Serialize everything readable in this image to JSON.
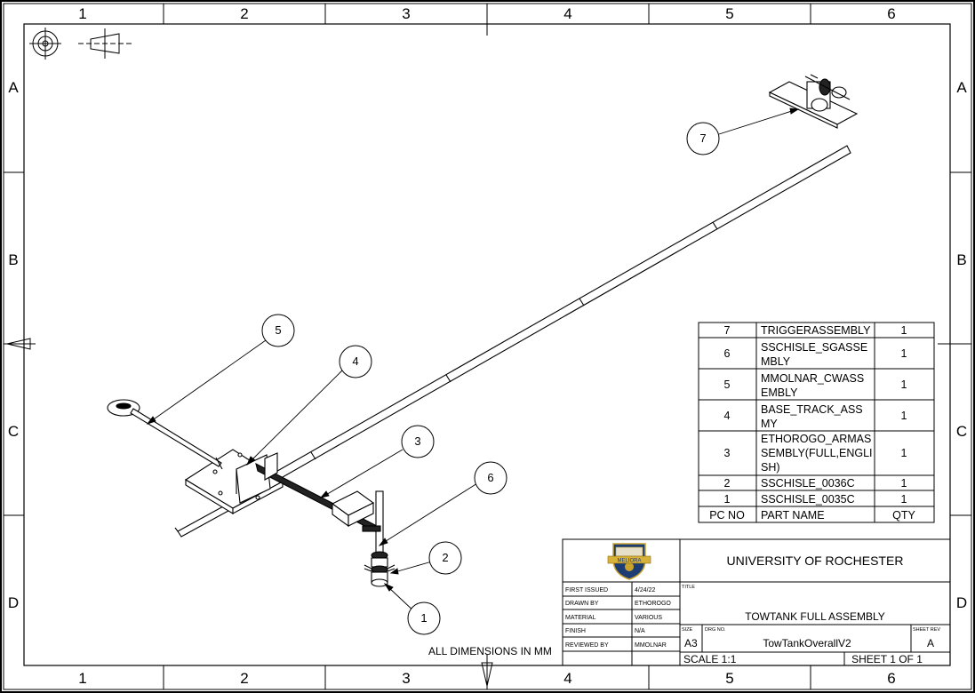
{
  "zones": {
    "columns": [
      "1",
      "2",
      "3",
      "4",
      "5",
      "6"
    ],
    "rows": [
      "A",
      "B",
      "C",
      "D"
    ]
  },
  "balloons": [
    "1",
    "2",
    "3",
    "4",
    "5",
    "6",
    "7"
  ],
  "bom": {
    "rows": [
      {
        "pc": "7",
        "name": [
          "TRIGGERASSEMBLY"
        ],
        "qty": "1"
      },
      {
        "pc": "6",
        "name": [
          "SSCHISLE_SGASSE",
          "MBLY"
        ],
        "qty": "1"
      },
      {
        "pc": "5",
        "name": [
          "MMOLNAR_CWASS",
          "EMBLY"
        ],
        "qty": "1"
      },
      {
        "pc": "4",
        "name": [
          "BASE_TRACK_ASS",
          "MY"
        ],
        "qty": "1"
      },
      {
        "pc": "3",
        "name": [
          "ETHOROGO_ARMAS",
          "SEMBLY(FULL,ENGLI",
          "SH)"
        ],
        "qty": "1"
      },
      {
        "pc": "2",
        "name": [
          "SSCHISLE_0036C"
        ],
        "qty": "1"
      },
      {
        "pc": "1",
        "name": [
          "SSCHISLE_0035C"
        ],
        "qty": "1"
      }
    ],
    "header": {
      "pc": "PC NO",
      "name": "PART NAME",
      "qty": "QTY"
    }
  },
  "title_block": {
    "university": "UNIVERSITY OF ROCHESTER",
    "logo_text": "MELIORA",
    "fields": [
      {
        "label": "FIRST ISSUED",
        "value": "4/24/22"
      },
      {
        "label": "DRAWN BY",
        "value": "ETHOROGO"
      },
      {
        "label": "MATERIAL",
        "value": "VARIOUS"
      },
      {
        "label": "FINISH",
        "value": "N/A"
      },
      {
        "label": "REVIEWED BY",
        "value": "MMOLNAR"
      }
    ],
    "title_label": "TITLE",
    "title": "TOWTANK FULL ASSEMBLY",
    "size_label": "SIZE",
    "size": "A3",
    "drg_label": "DRG NO.",
    "drg_no": "TowTankOverallV2",
    "rev_label": "SHEET REV",
    "rev": "A",
    "scale": "SCALE 1:1",
    "sheet": "SHEET 1 OF 1"
  },
  "note": "ALL DIMENSIONS IN MM"
}
